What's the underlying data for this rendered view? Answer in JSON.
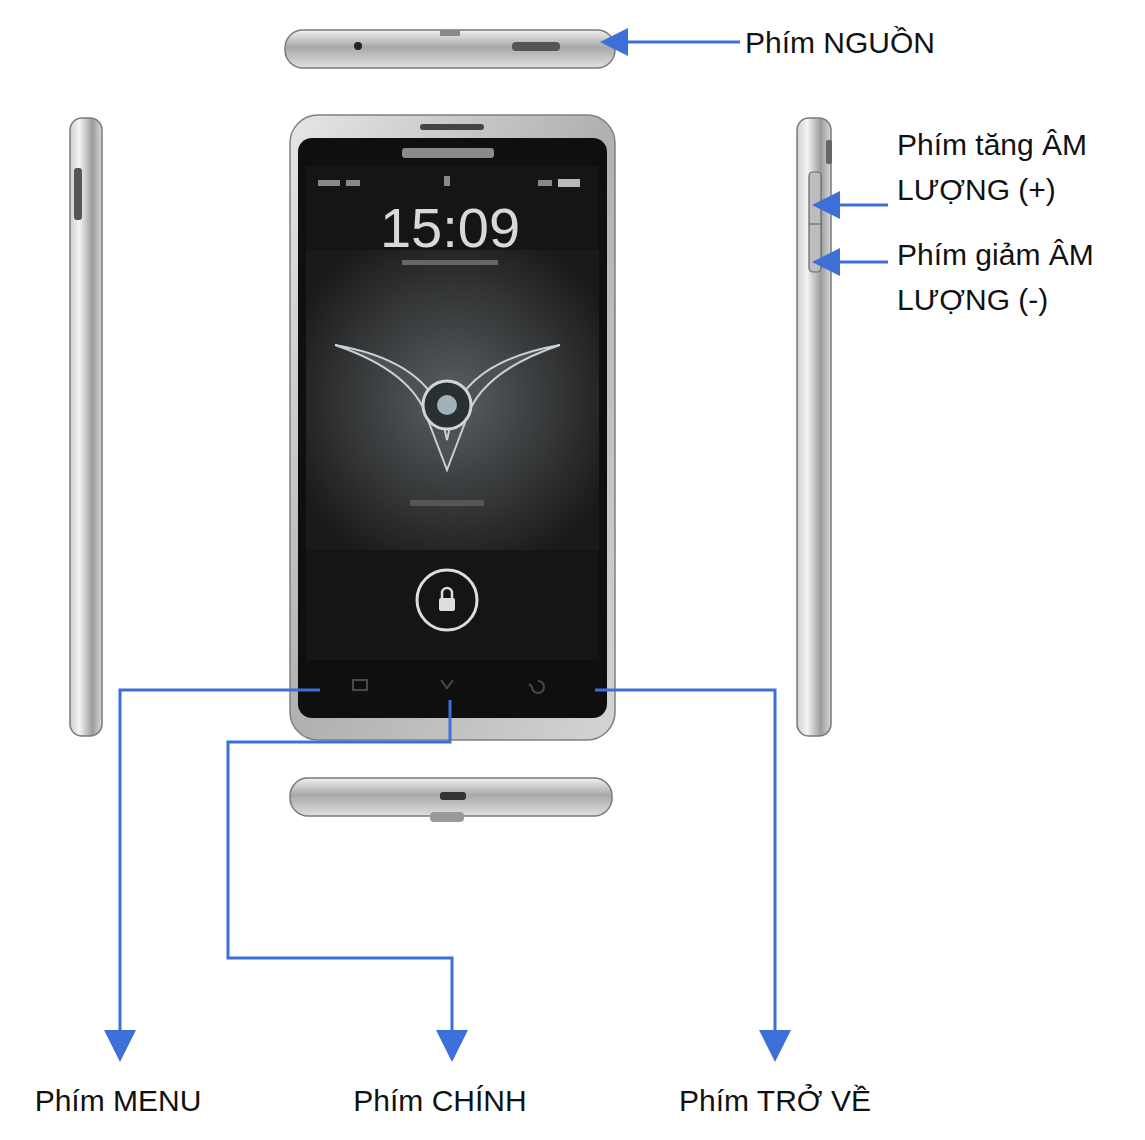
{
  "diagram": {
    "labels": [
      "Phím NGUỒN",
      "Phím tăng ÂM LƯỢNG (+)",
      "Phím giảm ÂM LƯỢNG (-)",
      "15:09",
      "Phím MENU",
      "Phím CHÍNH",
      "Phím TRỞ VỀ"
    ]
  }
}
